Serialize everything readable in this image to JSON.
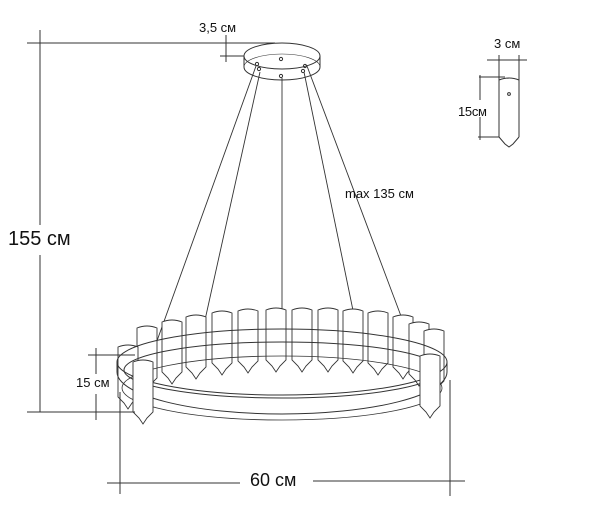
{
  "diagram": {
    "subject": "Ring crystal pendant chandelier dimension drawing",
    "line_color": "#333333",
    "text_color": "#111111",
    "background": "#ffffff"
  },
  "dimensions": {
    "canopy_height": "3,5 см",
    "crystal_width": "3 см",
    "crystal_height": "15см",
    "total_height": "155 см",
    "cable_length": "max 135 см",
    "ring_height": "15 см",
    "diameter": "60 см"
  },
  "parts": {
    "canopy": "ceiling canopy",
    "cables": 5,
    "ring": "crystal ring",
    "crystal_detail": "single crystal detail"
  }
}
